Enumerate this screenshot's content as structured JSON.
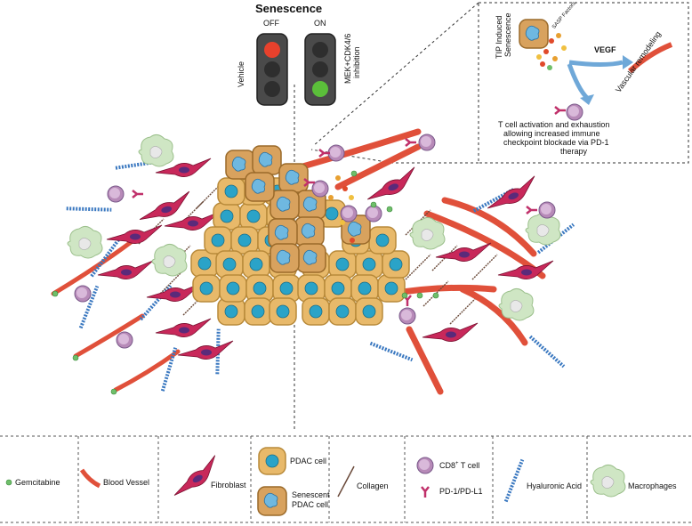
{
  "header": {
    "title": "Senescence",
    "off_label": "OFF",
    "on_label": "ON",
    "vehicle_label": "Vehicle",
    "treatment_label_line1": "MEK+CDK4/6",
    "treatment_label_line2": "inhibition"
  },
  "inset": {
    "tip_line1": "TIP Induced",
    "tip_line2": "Senescence",
    "sasp_label": "SASP Factors",
    "vegf_label": "VEGF",
    "vascular_label": "Vascular remodeling",
    "tcell_line1": "T cell activation and exhaustion",
    "tcell_line2": "allowing increased immune",
    "tcell_line3": "checkpoint blockade via PD-1",
    "tcell_line4": "therapy"
  },
  "legend": {
    "gemcitabine": "Gemcitabine",
    "blood_vessel": "Blood Vessel",
    "fibroblast": "Fibroblast",
    "pdac_cell": "PDAC cell",
    "senescent_line1": "Senescent",
    "senescent_line2": "PDAC cell",
    "collagen": "Collagen",
    "cd8_prefix": "CD8",
    "cd8_sup": "+",
    "cd8_suffix": " T cell",
    "pd1": "PD-1/PD-L1",
    "hyaluronic": "Hyaluronic Acid",
    "macrophages": "Macrophages"
  },
  "colors": {
    "pdac_fill": "#e8b96a",
    "pdac_stroke": "#b88a3a",
    "nucleus": "#2aa3c8",
    "senescent_fill": "#d8a25e",
    "senescent_nucleus": "#6fb8e0",
    "fibroblast": "#c8285a",
    "fibroblast_nucleus": "#5a2a7a",
    "vessel": "#e0503a",
    "hyaluronic": "#3a78c0",
    "macrophage": "#cfe6c4",
    "tcell": "#b78ab8",
    "pd1": "#c0306a",
    "gemcitabine": "#6fbf6a",
    "collagen": "#6a4a3a",
    "traffic_red": "#e8412c",
    "traffic_green": "#5bbf3a"
  }
}
